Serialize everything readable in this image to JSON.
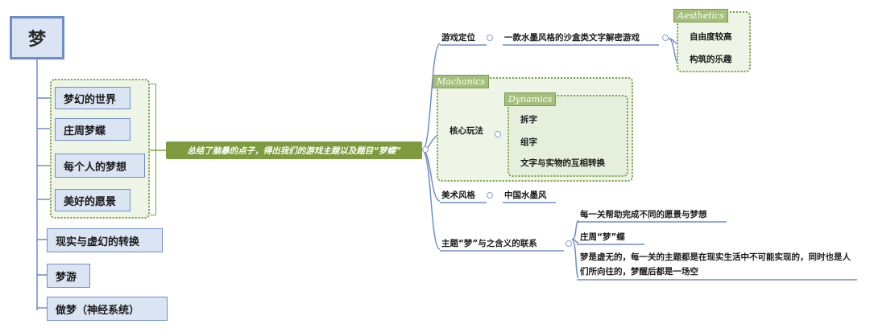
{
  "root": {
    "label": "梦"
  },
  "left_group": {
    "items": [
      "梦幻的世界",
      "庄周梦蝶",
      "每个人的梦想",
      "美好的愿景"
    ]
  },
  "left_items": [
    "现实与虚幻的转换",
    "梦游",
    "做梦（神经系统）"
  ],
  "center": {
    "label": "总结了脑暴的点子，得出我们的游戏主题以及题目“梦蝶”"
  },
  "branches": {
    "positioning": {
      "label": "游戏定位",
      "child": "一款水墨风格的沙盒类文字解密游戏",
      "tag": "Aesthetics",
      "items": [
        "自由度较高",
        "构筑的乐趣"
      ]
    },
    "gameplay": {
      "tag": "Machanics",
      "label": "核心玩法",
      "subtag": "Dynamics",
      "items": [
        "拆字",
        "组字",
        "文字与实物的互相转换"
      ]
    },
    "art": {
      "label": "美术风格",
      "child": "中国水墨风"
    },
    "theme": {
      "label": "主题“梦”与之含义的联系",
      "items": [
        "每一关帮助完成不同的愿景与梦想",
        "庄周“梦”蝶",
        "梦是虚无的，每一关的主题都是在现实生活中不可能实现的，同时也是人们所向往的，梦醒后都是一场空"
      ]
    }
  },
  "colors": {
    "line_blue": "#6f8ec7",
    "line_green": "#7aa04a",
    "center_green": "#7e9b3f",
    "box_fill": "#dbe4f3"
  }
}
